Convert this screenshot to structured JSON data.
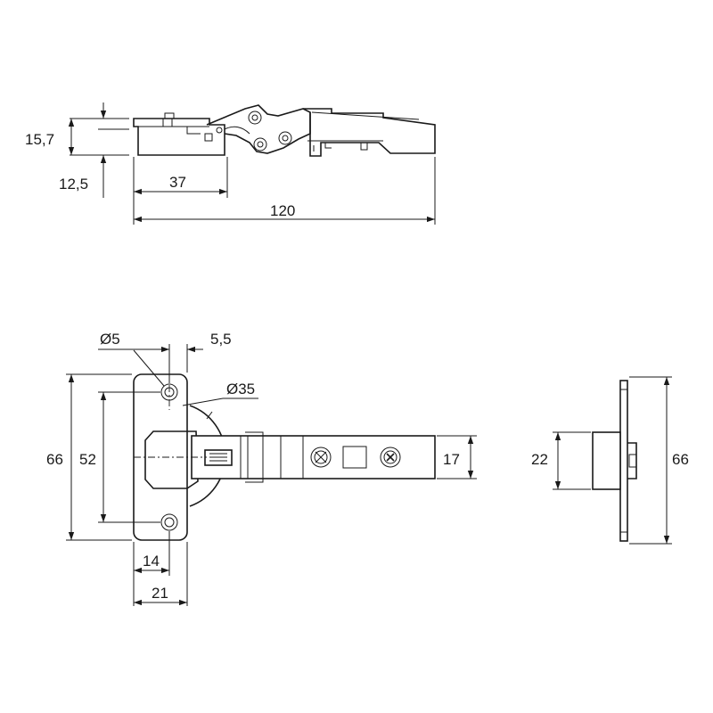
{
  "dimensions": {
    "side_height": "15,7",
    "side_offset": "12,5",
    "side_cup_length": "37",
    "side_total_length": "120",
    "hole_diameter": "Ø5",
    "hole_offset": "5,5",
    "cup_diameter": "Ø35",
    "plate_height": "66",
    "hole_spacing": "52",
    "cup_offset": "14",
    "plate_width": "21",
    "arm_width": "17",
    "end_height_inner": "22",
    "end_height_total": "66"
  }
}
